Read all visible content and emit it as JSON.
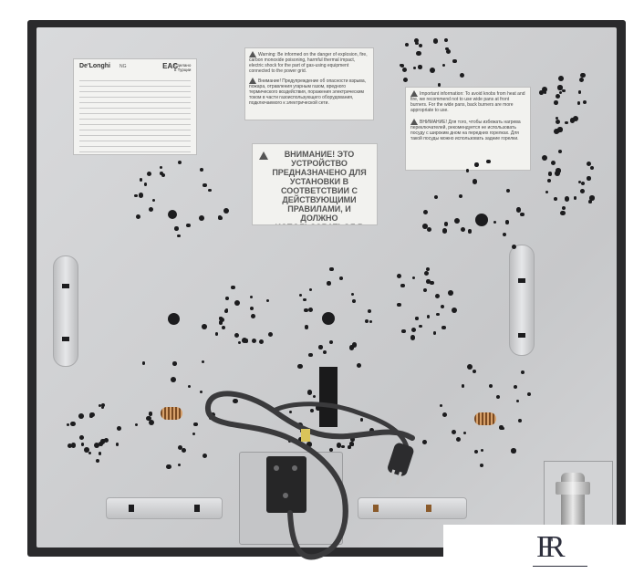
{
  "scene": {
    "subject": "hob-underside",
    "colors": {
      "panel": "#cfd0d2",
      "frame": "#2a2a2c",
      "label_bg": "#f2f2ef",
      "cable": "#3a3a3c",
      "tie": "#d9c45a",
      "logo": "#2d2f3d"
    }
  },
  "rating_plate": {
    "brand": "De'Longhi",
    "model": "NG",
    "mark": "EAC",
    "made_in": "Сделано в Турции"
  },
  "labels": {
    "warning_en": "Warning: Be informed on the danger of explosion, fire, carbon monoxide poisoning, harmful thermal impact, electric shock for the part of gas-using equipment connected to the power grid.",
    "warning_ru": "Внимание! Предупреждение об опасности взрыва, пожара, отравления угарным газом, вредного термического воздействия, поражения электрическим током в части газоиспользующего оборудования, подключаемого к электрической сети.",
    "install_ru": "ВНИМАНИЕ! ЭТО УСТРОЙСТВО ПРЕДНАЗНАЧЕНО ДЛЯ УСТАНОВКИ В СООТВЕТСТВИИ С ДЕЙСТВУЮЩИМИ ПРАВИЛАМИ, И ДОЛЖНО ИСПОЛЬЗОВАТЬСЯ В ХОРОШО ПРОВЕТРИВАЕМОМ ПОМЕЩЕНИИ.",
    "info_en": "Important information: To avoid knobs from heat and fire, we recommend not to use wide pans at front burners. For the wide pans, back burners are more appropriate to use.",
    "info_ru": "ВНИМАНИЕ! Для того, чтобы избежать нагрева переключателей, рекомендуется не использовать посуду с широким дном на передних горелках. Для такой посуды можно использовать задние горелки."
  },
  "watermark": {
    "logo_text": "FR"
  }
}
